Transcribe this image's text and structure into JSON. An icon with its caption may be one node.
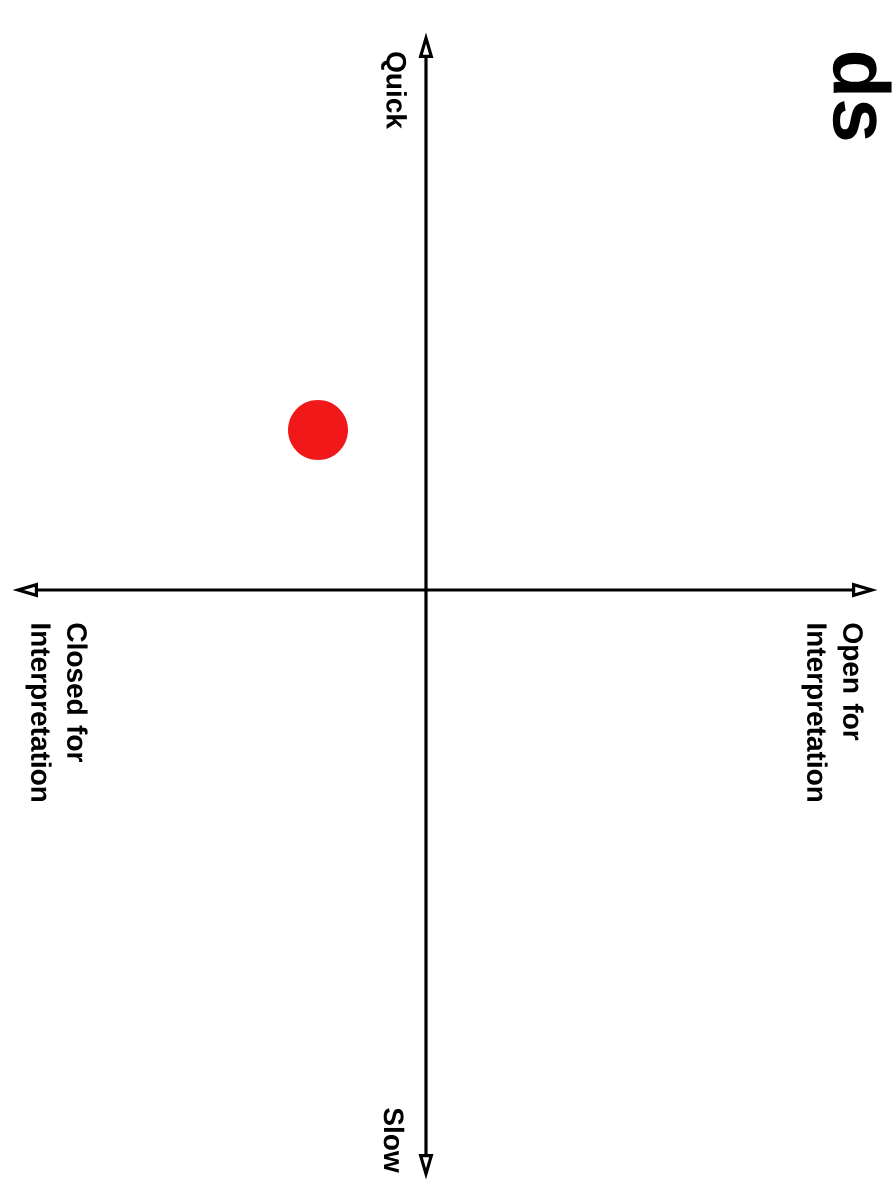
{
  "diagram": {
    "labels": [
      "ds",
      "Quick",
      "Closed for Interpretation",
      "Open for Interpretation",
      "Slow"
    ]
  }
}
